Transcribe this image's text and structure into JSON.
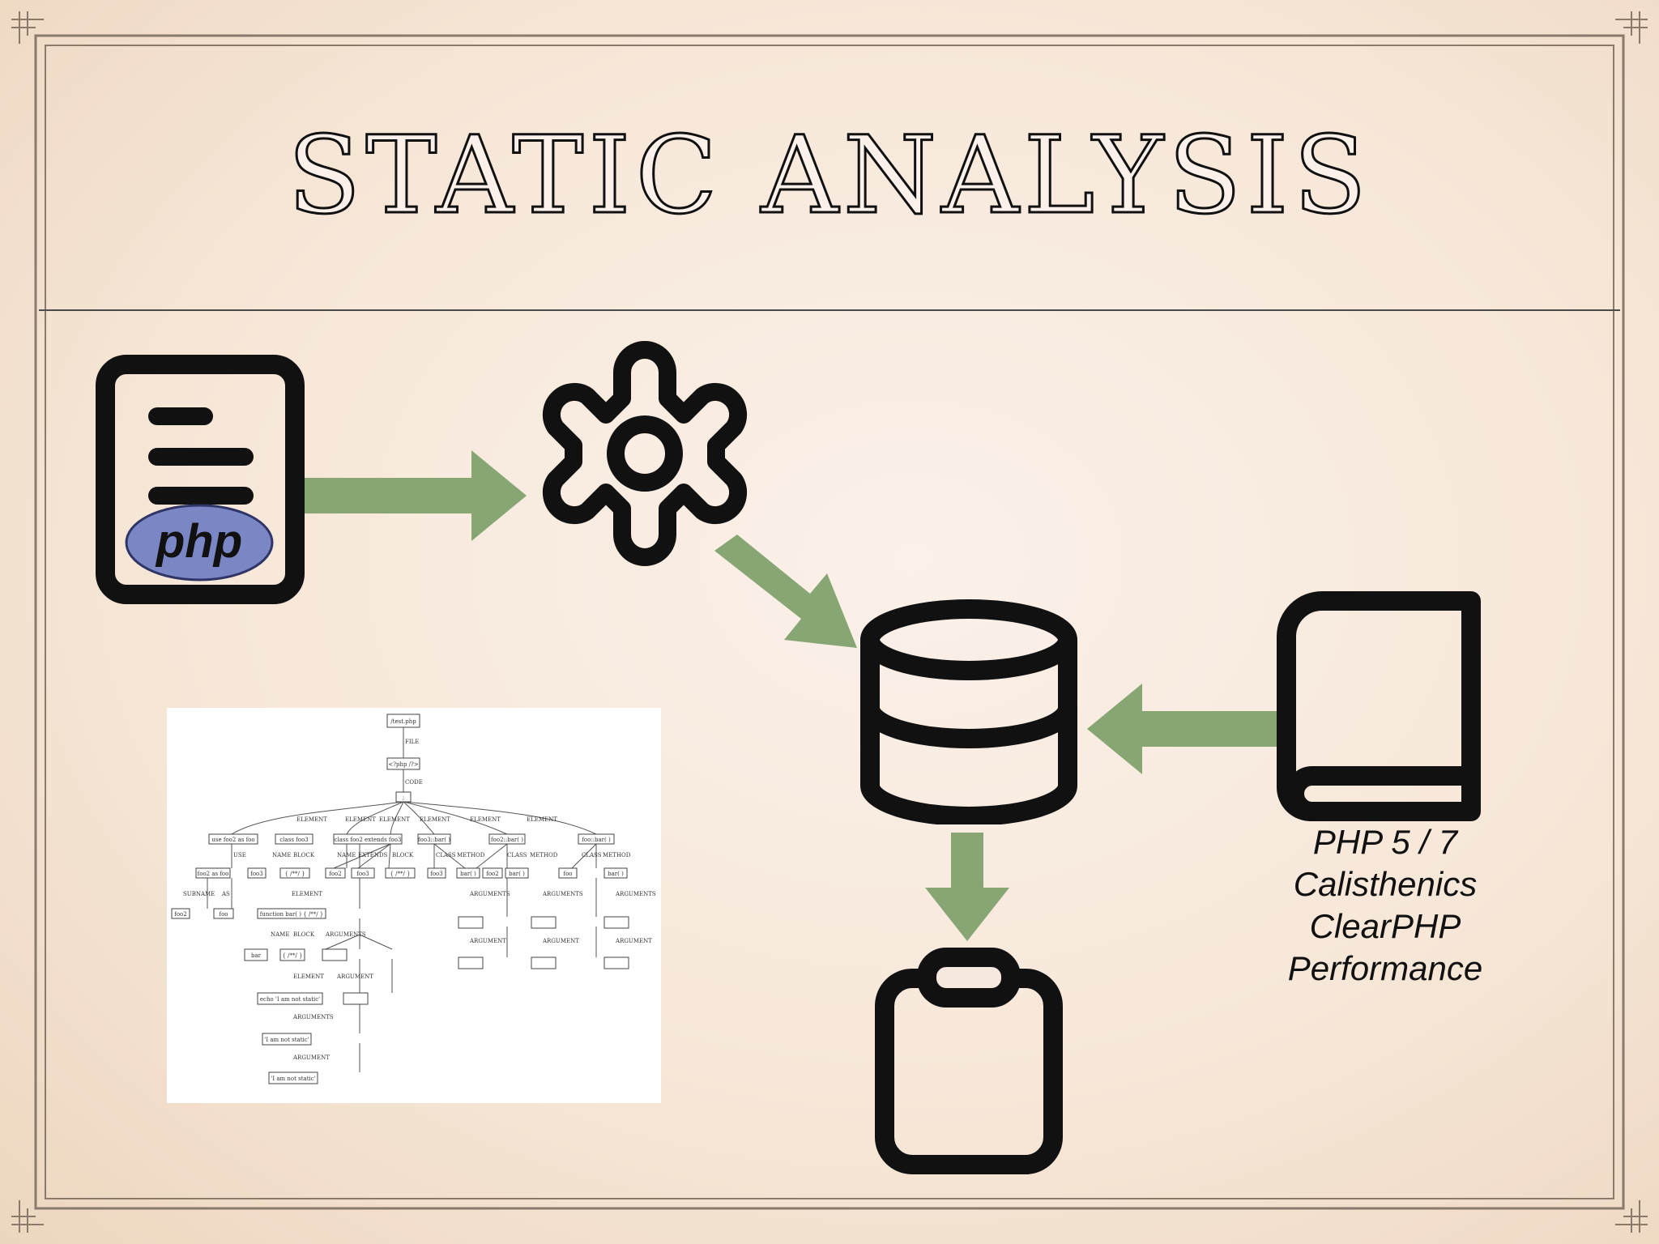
{
  "slide": {
    "title": "Static Analysis",
    "php_logo_text": "php"
  },
  "rules_caption": {
    "lines": [
      "PHP 5 / 7",
      "Calisthenics",
      "ClearPHP",
      "Performance"
    ]
  },
  "ast_graph": {
    "labels": {
      "root": "/test.php",
      "file_edge": "FILE",
      "php_tag": "<?php /?>",
      "code_edge": "CODE",
      "code_node": ";",
      "element_edge": "ELEMENT",
      "use_node": "use foo2 as foo",
      "class_node": "class foo3",
      "class_extends_node": "class foo2 extends foo3",
      "static1": "foo3::bar( )",
      "static2": "foo2::bar( )",
      "static3": "foo::bar( )",
      "use_edge": "USE",
      "name_edge": "NAME",
      "block_edge": "BLOCK",
      "extends_edge": "EXTENDS",
      "class_edge": "CLASS",
      "method_edge": "METHOD",
      "foo2_as_foo": "foo2 as foo",
      "foo3": "foo3",
      "comment_block": "{ /**/ }",
      "foo2": "foo2",
      "comment_block2": "{ /**/ }",
      "bar": "bar( )",
      "foo": "foo",
      "subname_edge": "SUBNAME",
      "as_edge": "AS",
      "function_node": "function bar( ) { /**/ }",
      "arguments_edge": "ARGUMENTS",
      "argument_edge": "ARGUMENT",
      "bar_leaf": "bar",
      "echo_node": "echo 'I am not static'",
      "string_node": "'I am not static'",
      "string_node2": "'I am not static'"
    }
  },
  "colors": {
    "arrow": "#88a574",
    "icon_stroke": "#111111",
    "php_logo_fill": "#7b86c4",
    "page_background": "#f8ece1"
  },
  "icons": [
    "php-file-icon",
    "gear-icon",
    "database-icon",
    "book-icon",
    "clipboard-icon"
  ]
}
